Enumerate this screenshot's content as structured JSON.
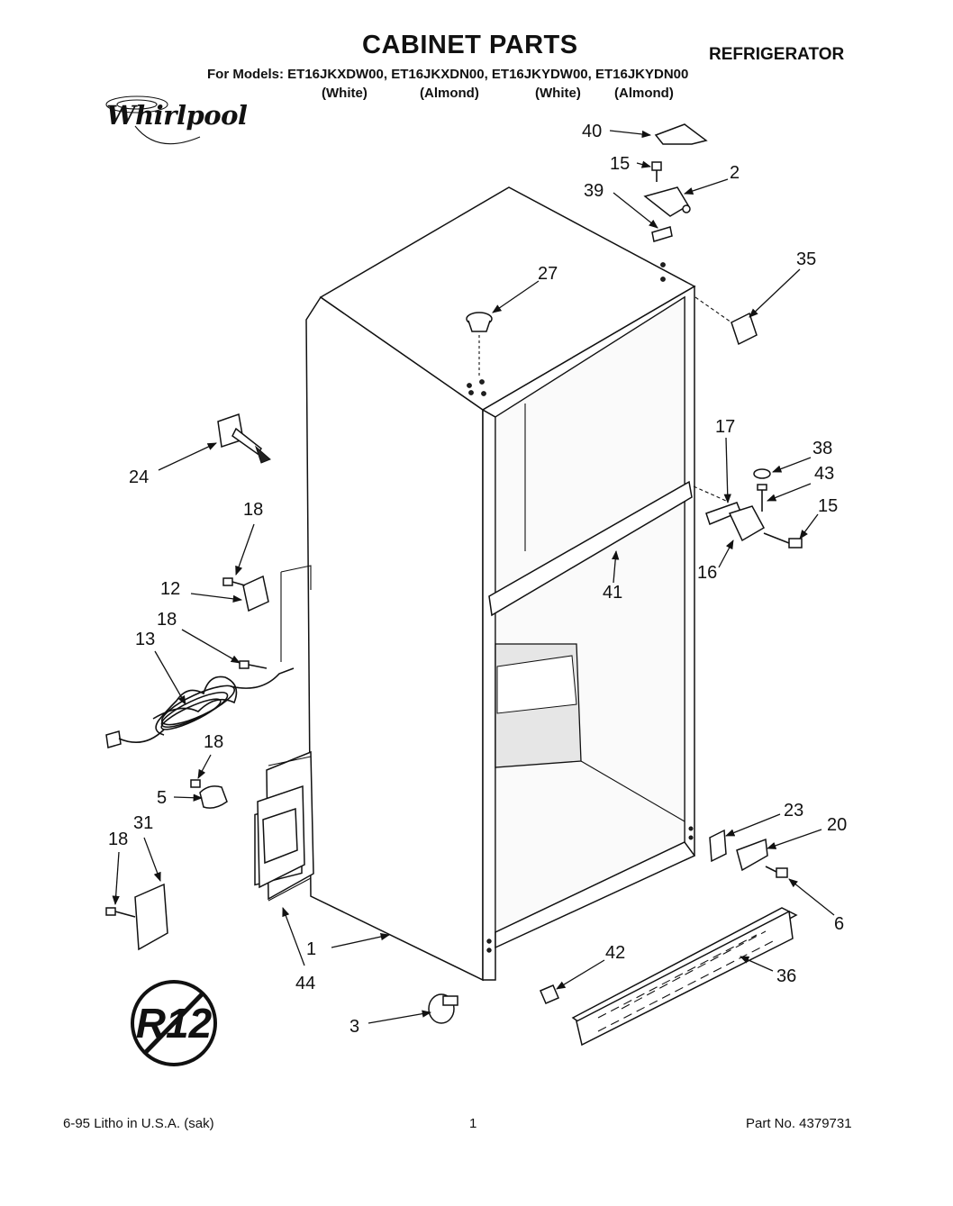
{
  "header": {
    "title": "CABINET PARTS",
    "category": "REFRIGERATOR",
    "models_line": "For Models: ET16JKXDW00, ET16JKXDN00, ET16JKYDW00, ET16JKYDN00",
    "colors": [
      "(White)",
      "(Almond)",
      "(White)",
      "(Almond)"
    ],
    "brand": "Whirlpool"
  },
  "badge": {
    "text": "R12"
  },
  "callouts": [
    "40",
    "15",
    "2",
    "39",
    "27",
    "35",
    "24",
    "17",
    "38",
    "43",
    "15",
    "18",
    "12",
    "41",
    "16",
    "18",
    "13",
    "18",
    "5",
    "23",
    "20",
    "18",
    "31",
    "6",
    "1",
    "42",
    "36",
    "44",
    "3"
  ],
  "footer": {
    "left": "6-95  Litho in U.S.A. (sak)",
    "center": "1",
    "right": "Part No. 4379731"
  }
}
